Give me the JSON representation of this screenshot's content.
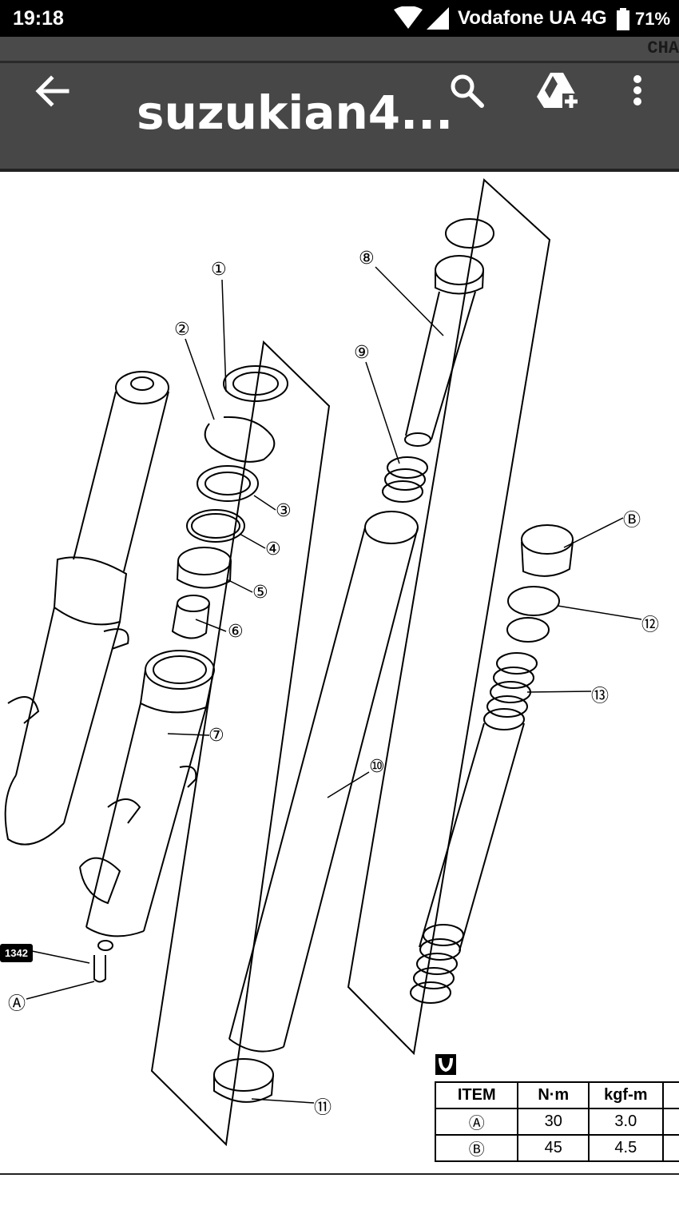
{
  "status_bar": {
    "time": "19:18",
    "carrier": "Vodafone UA 4G",
    "battery": "71%"
  },
  "strip": {
    "text": "CHA"
  },
  "toolbar": {
    "title": "suzukian4...",
    "back_icon": "arrow-back-icon",
    "search_icon": "search-icon",
    "drive_icon": "add-to-drive-icon",
    "more_icon": "more-vert-icon"
  },
  "diagram": {
    "callouts": [
      "①",
      "②",
      "③",
      "④",
      "⑤",
      "⑥",
      "⑦",
      "⑧",
      "⑨",
      "⑩",
      "⑪",
      "⑫",
      "⑬",
      "Ⓐ",
      "Ⓑ"
    ],
    "badge": "1342"
  },
  "torque_table": {
    "headers": [
      "ITEM",
      "N·m",
      "kgf-m"
    ],
    "rows": [
      [
        "Ⓐ",
        "30",
        "3.0"
      ],
      [
        "Ⓑ",
        "45",
        "4.5"
      ]
    ]
  }
}
